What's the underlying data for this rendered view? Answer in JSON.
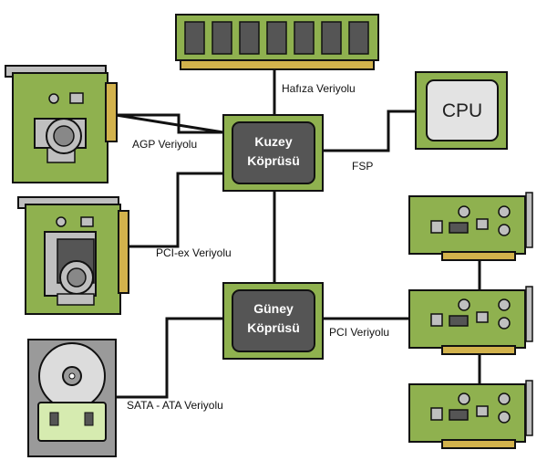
{
  "labels": {
    "memory_bus": "Hafıza Veriyolu",
    "agp_bus": "AGP Veriyolu",
    "fsp": "FSP",
    "pciex_bus": "PCI-ex Veriyolu",
    "pci_bus": "PCI Veriyolu",
    "sata_bus": "SATA - ATA Veriyolu"
  },
  "chips": {
    "north_line1": "Kuzey",
    "north_line2": "Köprüsü",
    "south_line1": "Güney",
    "south_line2": "Köprüsü"
  },
  "cpu": {
    "label": "CPU"
  },
  "colors": {
    "board_green": "#8fb14f",
    "chip_dark": "#555555",
    "outline": "#111111",
    "gold": "#d2b24c",
    "component_gray": "#bfbfbf",
    "drive_gray": "#9a9a9a",
    "connector_green": "#d6ebb0"
  }
}
